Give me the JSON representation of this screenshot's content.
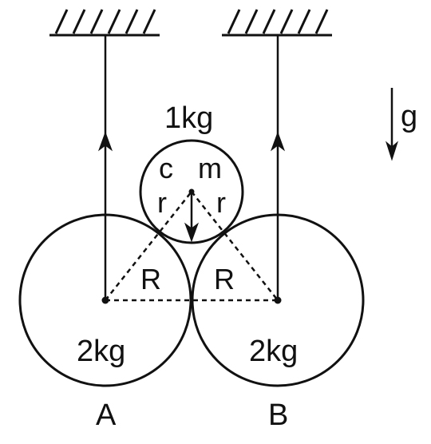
{
  "labels": {
    "top_mass": "1kg",
    "c": "c",
    "m": "m",
    "r_left": "r",
    "r_right": "r",
    "R_left": "R",
    "R_right": "R",
    "mass_A": "2kg",
    "mass_B": "2kg",
    "A": "A",
    "B": "B",
    "g": "g"
  },
  "colors": {
    "stroke": "#111111",
    "background": "#ffffff"
  }
}
